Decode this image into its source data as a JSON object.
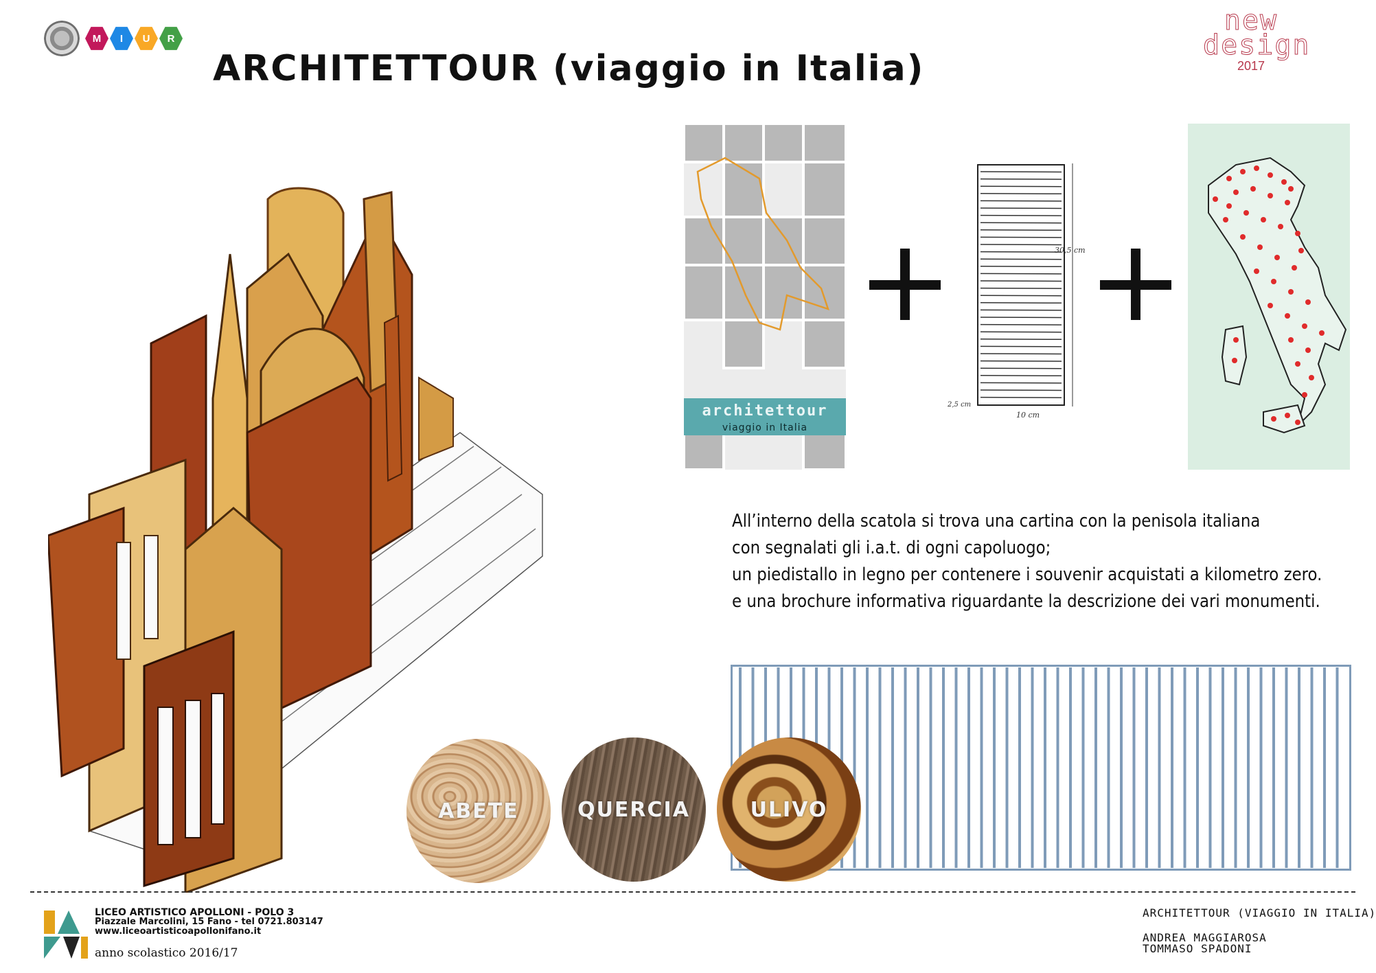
{
  "header": {
    "title": "ARCHITETTOUR (viaggio in Italia)",
    "miur_letters": [
      "M",
      "I",
      "U",
      "R"
    ],
    "miur_colors": [
      "#c2185b",
      "#1e88e5",
      "#f9a825",
      "#43a047"
    ],
    "new_design": {
      "line1": "new",
      "line2": "design",
      "year": "2017"
    }
  },
  "brochure": {
    "brand": "architettour",
    "subtitle": "viaggio in Italia"
  },
  "pedestal": {
    "height_label": "30,5 cm",
    "width_label": "10 cm",
    "depth_label": "2,5 cm"
  },
  "description": [
    "All’interno della scatola si trova una cartina con la penisola italiana",
    "con segnalati gli i.a.t. di ogni capoluogo;",
    "un piedistallo in legno per contenere i souvenir acquistati a kilometro zero.",
    "e una brochure informativa riguardante la descrizione dei vari monumenti."
  ],
  "woods": [
    {
      "label": "ABETE"
    },
    {
      "label": "QUERCIA"
    },
    {
      "label": "ULIVO"
    }
  ],
  "footer": {
    "school_name": "LICEO ARTISTICO APOLLONI - POLO 3",
    "address": "Piazzale Marcolini, 15 Fano - tel 0721.803147",
    "website": "www.liceoartisticoapollonifano.it",
    "school_year": "anno scolastico 2016/17",
    "project": "ARCHITETTOUR (VIAGGIO IN ITALIA)",
    "author1": "ANDREA MAGGIAROSA",
    "author2": "TOMMASO SPADONI"
  },
  "colors": {
    "bar_blue": "#7f9bb8",
    "teal_band": "#5aa9ad",
    "map_green": "#dbeee2",
    "map_dot": "#e02b2b",
    "brand_red": "#b7374b"
  }
}
